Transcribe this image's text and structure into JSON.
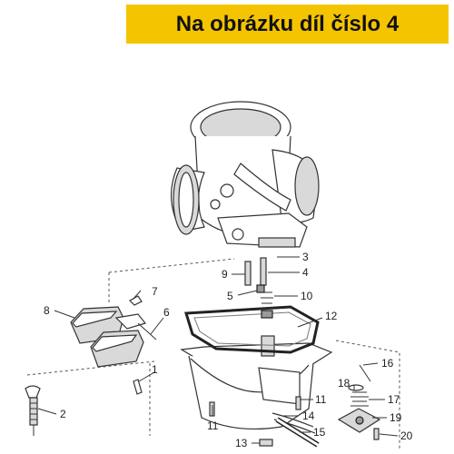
{
  "banner": {
    "text": "Na obrázku díl číslo 4",
    "color": "#f5c400"
  },
  "diagram": {
    "callouts": [
      "1",
      "2",
      "3",
      "4",
      "5",
      "6",
      "7",
      "8",
      "9",
      "10",
      "11",
      "11",
      "12",
      "13",
      "14",
      "15",
      "16",
      "17",
      "18",
      "19",
      "20"
    ]
  }
}
